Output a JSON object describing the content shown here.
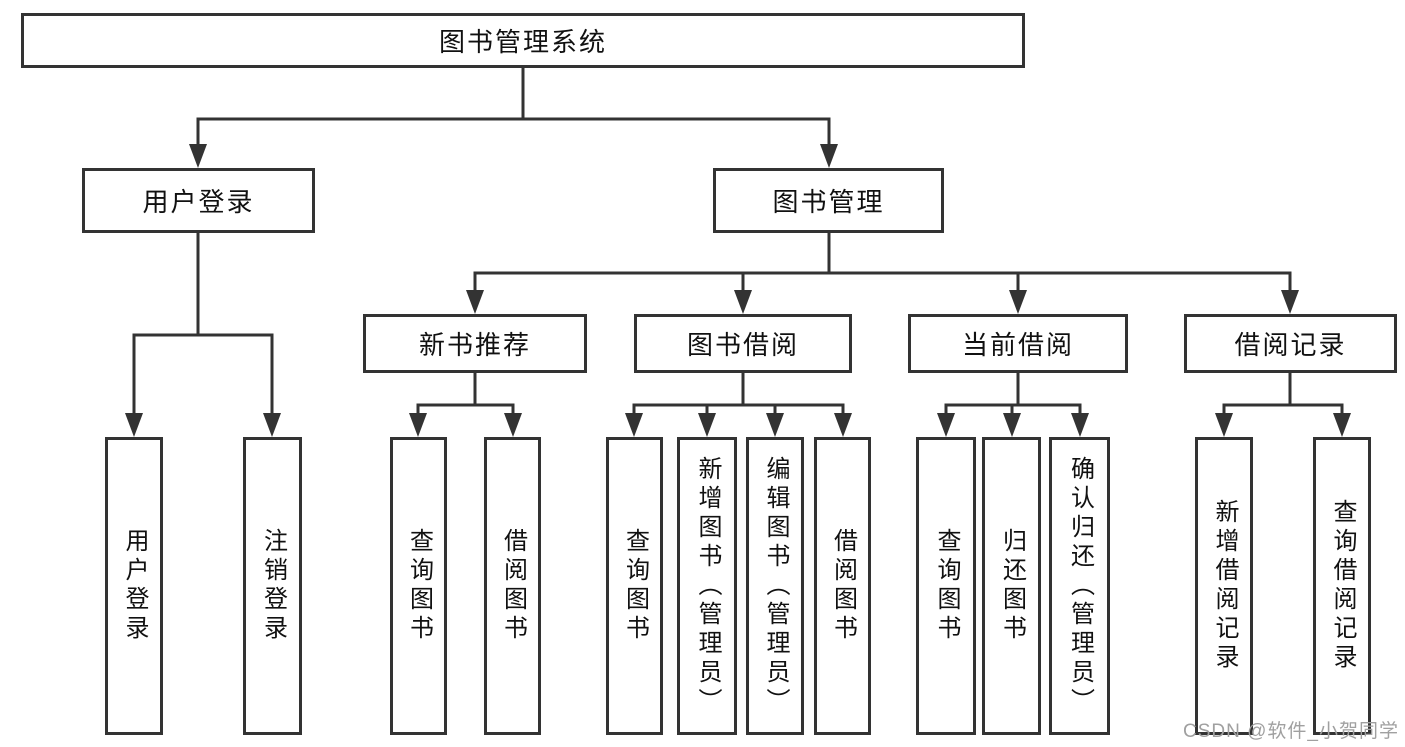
{
  "tree": {
    "label": "图书管理系统",
    "children": [
      {
        "label": "用户登录",
        "children": [
          {
            "label": "用户登录"
          },
          {
            "label": "注销登录"
          }
        ]
      },
      {
        "label": "图书管理",
        "children": [
          {
            "label": "新书推荐",
            "children": [
              {
                "label": "查询图书"
              },
              {
                "label": "借阅图书"
              }
            ]
          },
          {
            "label": "图书借阅",
            "children": [
              {
                "label": "查询图书"
              },
              {
                "label": "新增图书（管理员）"
              },
              {
                "label": "编辑图书（管理员）"
              },
              {
                "label": "借阅图书"
              }
            ]
          },
          {
            "label": "当前借阅",
            "children": [
              {
                "label": "查询图书"
              },
              {
                "label": "归还图书"
              },
              {
                "label": "确认归还（管理员）"
              }
            ]
          },
          {
            "label": "借阅记录",
            "children": [
              {
                "label": "新增借阅记录"
              },
              {
                "label": "查询借阅记录"
              }
            ]
          }
        ]
      }
    ]
  },
  "watermark": {
    "text": "CSDN @软件_小贺同学"
  },
  "colors": {
    "line": "#333333",
    "text": "#111111",
    "watermark": "#a0a0a0",
    "background": "#ffffff"
  }
}
